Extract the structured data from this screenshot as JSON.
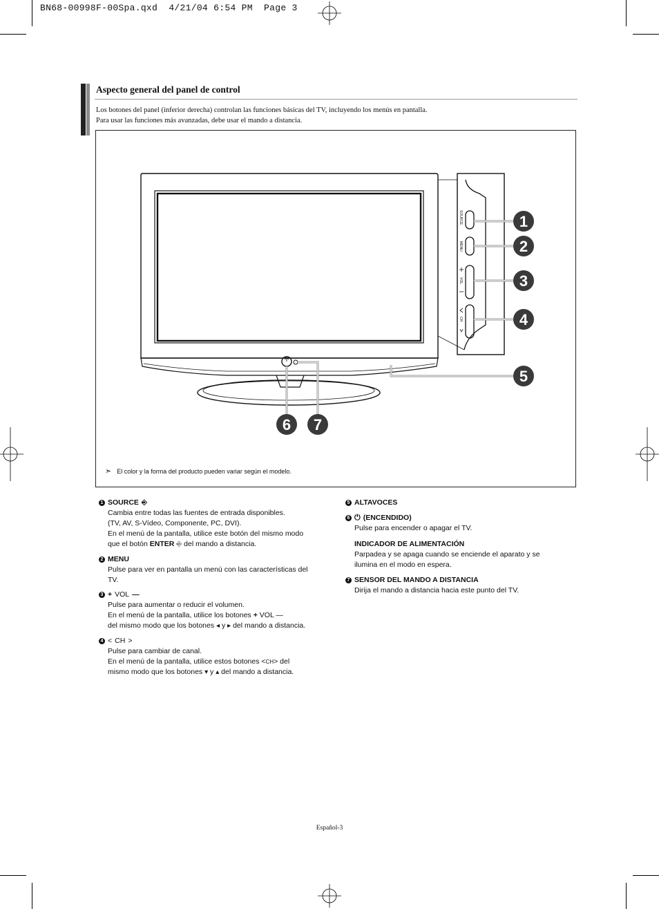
{
  "slug": "BN68-00998F-00Spa.qxd  4/21/04 6:54 PM  Page 3",
  "section": {
    "title": "Aspecto general del panel de control",
    "intro_line1": "Los botones del panel (inferior derecha) controlan las funciones básicas del TV, incluyendo los menús en pantalla.",
    "intro_line2": "Para usar las funciones más avanzadas, debe usar el mando a distancia."
  },
  "figure": {
    "side_labels": {
      "source": "SOURCE",
      "menu": "MENU",
      "vol": "VOL",
      "ch": "CH"
    },
    "callouts": [
      "1",
      "2",
      "3",
      "4",
      "5",
      "6",
      "7"
    ],
    "note": "El color y la forma del producto pueden variar según el modelo."
  },
  "items": {
    "i1": {
      "num": "1",
      "title": "SOURCE",
      "l1": "Cambia entre todas las fuentes de entrada disponibles.",
      "l2": "(TV, AV, S-Vídeo, Componente, PC, DVI).",
      "l3": "En el menú de la pantalla, utilice este botón del mismo modo",
      "l4a": "que el botón",
      "l4b": "ENTER",
      "l4c": "del mando a distancia."
    },
    "i2": {
      "num": "2",
      "title": "MENU",
      "l1": "Pulse para ver en pantalla un menú con las características del",
      "l2": "TV."
    },
    "i3": {
      "num": "3",
      "title": "VOL",
      "l1": "Pulse para aumentar o reducir el volumen.",
      "l2a": "En el menú de la pantalla, utilice los botones",
      "l2b": "VOL",
      "l3a": "del mismo modo que los botones",
      "l3b": "y",
      "l3c": "del mando a distancia."
    },
    "i4": {
      "num": "4",
      "title": "CH",
      "l1": "Pulse para cambiar de canal.",
      "l2a": "En el menú de la pantalla, utilice estos botones",
      "l2b": "CH",
      "l2c": "del",
      "l3a": "mismo modo que los botones",
      "l3b": "y",
      "l3c": "del mando a distancia."
    },
    "i5": {
      "num": "5",
      "title": "ALTAVOCES"
    },
    "i6": {
      "num": "6",
      "title": "(ENCENDIDO)",
      "l1": "Pulse para encender o apagar el TV.",
      "sub_title": "INDICADOR DE ALIMENTACIÓN",
      "sl1": "Parpadea y se apaga cuando se enciende el aparato y se",
      "sl2": "ilumina en el modo en espera."
    },
    "i7": {
      "num": "7",
      "title": "SENSOR DEL MANDO A DISTANCIA",
      "l1": "Dirija el mando a distancia hacia este punto del TV."
    }
  },
  "footer": "Español-3"
}
